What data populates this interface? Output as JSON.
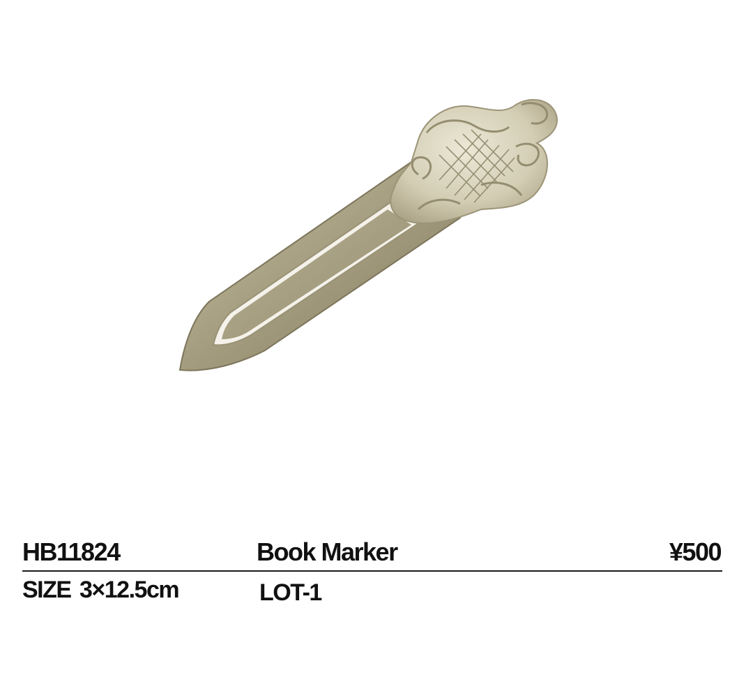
{
  "product": {
    "code": "HB11824",
    "name": "Book Marker",
    "price": "¥500",
    "size_label": "SIZE",
    "size_value": "3×12.5cm",
    "lot": "LOT-1"
  },
  "colors": {
    "metal_light": "#d9d4bd",
    "metal_mid": "#b3ab8c",
    "metal_dark": "#8d846a",
    "text": "#111111",
    "divider": "#1a1a1a"
  }
}
